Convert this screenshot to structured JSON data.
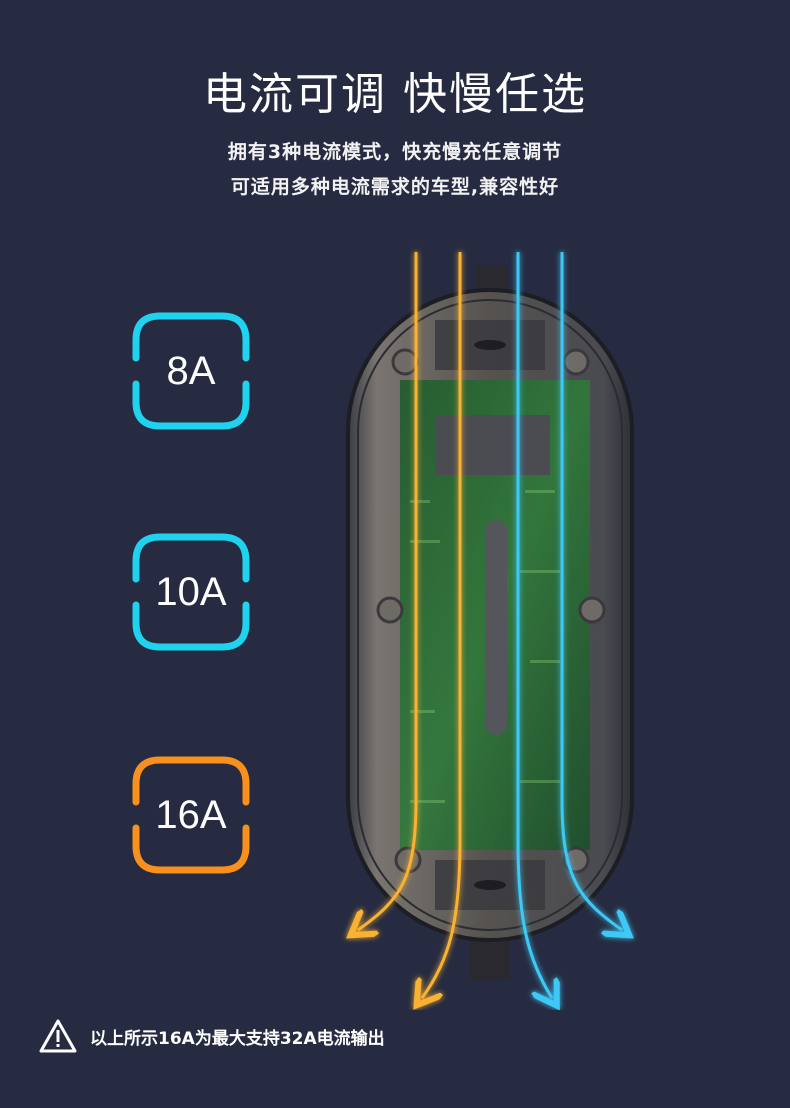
{
  "header": {
    "title": "电流可调  快慢任选",
    "subtitle_line1": "拥有3种电流模式，快充慢充任意调节",
    "subtitle_line2": "可适用多种电流需求的车型,兼容性好"
  },
  "current_modes": [
    {
      "label": "8A",
      "color": "#1fd3ef"
    },
    {
      "label": "10A",
      "color": "#1fd3ef"
    },
    {
      "label": "16A",
      "color": "#f7901e"
    }
  ],
  "device": {
    "icon": "ev-charger-control-box-image",
    "flow_colors": {
      "orange": "#f9b233",
      "blue": "#3cc8f5"
    }
  },
  "footer": {
    "icon": "warning-triangle-icon",
    "note": "以上所示16A为最大支持32A电流输出"
  },
  "colors": {
    "background": "#262b41",
    "text": "#ffffff"
  }
}
